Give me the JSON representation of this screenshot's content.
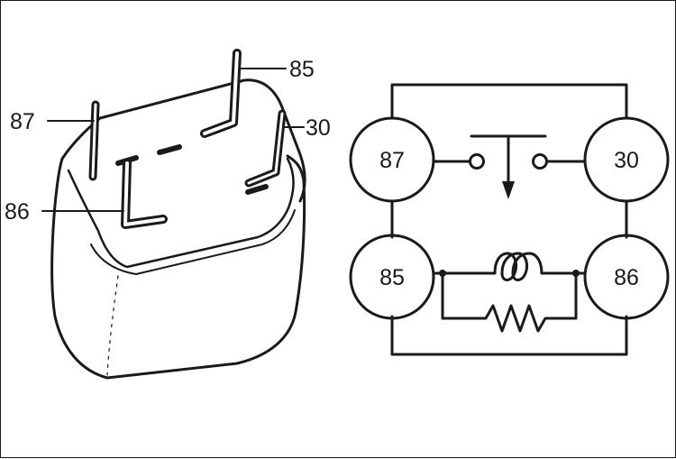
{
  "relay_body": {
    "pin_labels": {
      "pin_87": "87",
      "pin_85": "85",
      "pin_30": "30",
      "pin_86": "86"
    }
  },
  "schematic": {
    "terminals": {
      "t87": "87",
      "t30": "30",
      "t85": "85",
      "t86": "86"
    }
  },
  "colors": {
    "ink": "#1a1a1a",
    "background": "#ffffff"
  }
}
